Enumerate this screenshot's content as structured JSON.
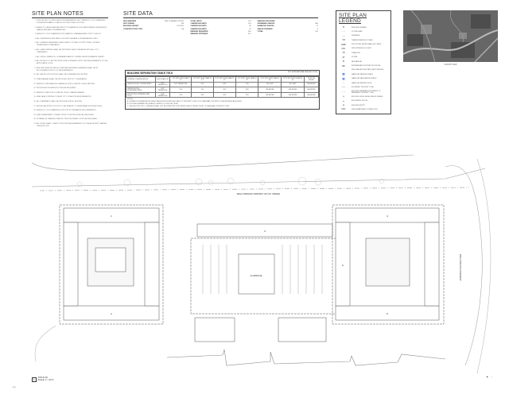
{
  "notes": {
    "title": "SITE PLAN NOTES",
    "items": [
      "THIS PROJECT IS PROVIDED FOR REFERENCE ONLY. REFER TO CIVIL DRAWINGS FOR APPROXIMATE LOCATION OF PROPOSED UTILITIES.",
      "REFER TO LANDSCAPE ARCHITECT'S DRAWINGS FOR LANDSCAPING, IRRIGATION, HARDSCAPE AND SITE AMENITIES.",
      "REFER TO CIVIL DRAWINGS FOR GRADING, DRAINAGE AND UTILITY LAYOUT.",
      "ALL DIMENSIONS INDICATED ON THIS PLAN ARE FOR REFERENCE ONLY.",
      "ALL SURFACE MATERIALS SHALL MEET CITY AND COUNTY PUBLIC WORKS DEPARTMENT STANDARDS.",
      "ALL LANDSCAPING SHALL BE PROVIDED IN ACCORDANCE WITH ALL CITY STANDARDS.",
      "ALL SIGNS, GRAPHICS, LUMINAIRES ARE BY OWNER UNDER SEPARATE PERMIT.",
      "ALL MODELS TO BE PROVIDED IN ACCORDANCE WITH THE REQUIREMENTS OF THE APPLICABLE CODE.",
      "BUILDING IDENTIFICATION SIGNS AND ADDRESS NUMBERS SHALL BE IN ACCORDANCE WITH CITY REQUIREMENTS.",
      "ALL BACKFLOW DEVICES SHALL BE SCREENED FROM VIEW.",
      "TRASH AREAS SHALL BE PROVIDED PER CITY STANDARDS.",
      "REFER TO MECHANICAL DRAWINGS FOR LOCATION OF ALL METERS.",
      "PROVIDE ACCESSIBLE ROUTES AS REQUIRED.",
      "REFER TO MEP FOR LOCATION OF ALL TRANSFORMERS.",
      "FIRE LANE STRIPING TO MEET CITY OF AUSTIN REQUIREMENTS.",
      "ALL STAIRWAYS SHALL BE PROVIDED WITH LIGHTING.",
      "INDIVIDUAL ENTRY STOOPS TO BE GRADED TO DRAIN AWAY FROM BUILDING.",
      "REFER TO CIVIL DRAWINGS FOR SITE STORMWATER REQUIREMENTS.",
      "FIRE DEPARTMENT CONNECTIONS TO BE PROVIDED AS REQUIRED.",
      "IN PARALLEL PARKING SPACES, PROVIDE WHEEL STOPS AS REQUIRED.",
      "ALL WORK SHALL COMPLY WITH THE REQUIREMENTS OF THE AUTHORITY HAVING JURISDICTION."
    ]
  },
  "site_data": {
    "title": "SITE DATA",
    "col1": [
      {
        "k": "SITE ADDRESS",
        "v": "WELLS BRANCH PKWY"
      },
      {
        "k": "SITE ZONING",
        "v": "MF"
      },
      {
        "k": "BUILDING HEIGHT",
        "v": "3 STORY"
      },
      {
        "k": "CONSTRUCTION TYPE",
        "v": "V-A"
      }
    ],
    "col2": [
      {
        "k": "TOTAL UNITS",
        "v": "270"
      },
      {
        "k": "1 BEDROOM UNITS",
        "v": "150"
      },
      {
        "k": "2 BEDROOM UNITS",
        "v": "96"
      },
      {
        "k": "3 BEDROOM UNITS",
        "v": "24"
      },
      {
        "k": "PARKING REQUIRED",
        "v": "405"
      },
      {
        "k": "PARKING PROVIDED",
        "v": "412"
      }
    ],
    "col3": [
      {
        "k": "PARKING PROVIDED",
        "v": ""
      },
      {
        "k": "STANDARD SPACES",
        "v": "380"
      },
      {
        "k": "HANDICAP SPACES",
        "v": "12"
      },
      {
        "k": "VAN ACCESSIBLE",
        "v": "4"
      },
      {
        "k": "TOTAL",
        "v": "412"
      }
    ]
  },
  "separation_table": {
    "title": "BUILDING SEPARATION TABLE 705.8",
    "code": "2015 INTERNATIONAL BUILDING CODE",
    "headers": [
      "OPENING CLASSIFICATION",
      "LESS THAN 3 FT",
      "3 FT BUT LESS THAN 5 FT",
      "5 FT BUT LESS THAN 10 FT",
      "10 FT BUT LESS THAN 15 FT",
      "15 FT BUT LESS THAN 20 FT",
      "20 FT BUT LESS THAN 25 FT",
      "25 FT BUT LESS THAN 30 FT",
      "30 FT OR MORE"
    ],
    "rows": [
      [
        "UNPROTECTED, SPRINKLERED",
        "NOT PERMITTED",
        "NOT PERMITTED",
        "25%",
        "45%",
        "75%",
        "NO LIMIT",
        "NO LIMIT",
        "UNLIMITED"
      ],
      [
        "UNPROTECTED, NONSPRINKLERED",
        "NOT PERMITTED",
        "10%",
        "15%",
        "25%",
        "45%",
        "UNLIMITED",
        "UNLIMITED",
        "UNLIMITED"
      ],
      [
        "PROTECTED OPENINGS PER 705.8",
        "NOT PERMITTED",
        "15%",
        "25%",
        "45%",
        "75%",
        "UNLIMITED",
        "UNLIMITED",
        "UNLIMITED"
      ]
    ],
    "notes": [
      "NOTES:",
      "A. DISTANCE IS MEASURED AT RIGHT ANGLES FROM BUILDING FACE TO PROPERTY LINE OR TO IMAGINARY PROPERTY LINE BETWEEN BUILDINGS.",
      "B. FOR FIRE SEPARATION DISTANCE, REFER TO CODE SECTIONS.",
      "C. SEE SECTION 705.8 - OPENINGS SHALL NOT BE PERMITTED IN EXTERIOR WALLS WITHIN 3 FEET OF IMAGINARY PROPERTY LINE."
    ]
  },
  "legend": {
    "title": "SITE PLAN LEGEND",
    "items": [
      {
        "sym": "B",
        "label": "BUILDING NUMBER"
      },
      {
        "sym": "- - -",
        "label": "20' FIRE LANE"
      },
      {
        "sym": "----",
        "label": "SIDEWALK"
      },
      {
        "sym": "TM",
        "label": "TRANSFORMER (NOT NEW)"
      },
      {
        "sym": "EMB",
        "label": "ELECTRICAL METER BANK (NOT NEW)"
      },
      {
        "sym": "FSC",
        "label": "FIRE SPRINKLER CLOSET"
      },
      {
        "sym": "TR",
        "label": "TRASH RM."
      },
      {
        "sym": "ST",
        "label": "STORM"
      },
      {
        "sym": "M",
        "label": "MECHANICAL"
      },
      {
        "sym": "IDF",
        "label": "INTERMEDIATE DISTRIBUTION ROOM"
      },
      {
        "sym": "- · -",
        "label": "FIRE LANE ACCESS PATH (DEPT NEEDED)"
      },
      {
        "sym": "♿",
        "label": "HANDICAP PARKING SPACE"
      },
      {
        "sym": "♿",
        "label": "HANDICAP VAN PARKING SPACE"
      },
      {
        "sym": "▪",
        "label": "HANDICAP PARKING SIGN"
      },
      {
        "sym": "——",
        "label": "BOUNDARY PROPERTY LINE"
      },
      {
        "sym": "→·←",
        "label": "BUILDING SEPARATION DISTANCE TO IMAGINARY PROPERTY LINE"
      },
      {
        "sym": "▭",
        "label": "BUILDING LEVEL HEIGHT ABOVE GRADE"
      },
      {
        "sym": "▪▪▪",
        "label": "ACCESSIBLE ROUTE"
      },
      {
        "sym": "⊕",
        "label": "BUILDING ENTRY"
      },
      {
        "sym": "FDC",
        "label": "FIRE DEPARTMENT CONNECTION"
      }
    ]
  },
  "vicinity_map": {
    "label": "VICINITY MAP"
  },
  "plan": {
    "road_label": "WELLS BRANCH PARKWAY (R.O.W. VARIES)",
    "right_road_label": "WELLS BRANCH PARKWAY",
    "center_label": "CLUBHOUSE",
    "bldg_labels": [
      "1",
      "2",
      "3",
      "4",
      "5",
      "6"
    ]
  },
  "title_block": {
    "number": "1",
    "title": "SITE PLAN",
    "scale": "SCALE: 1\" = 60'-0\""
  },
  "sheet_id": "A001"
}
